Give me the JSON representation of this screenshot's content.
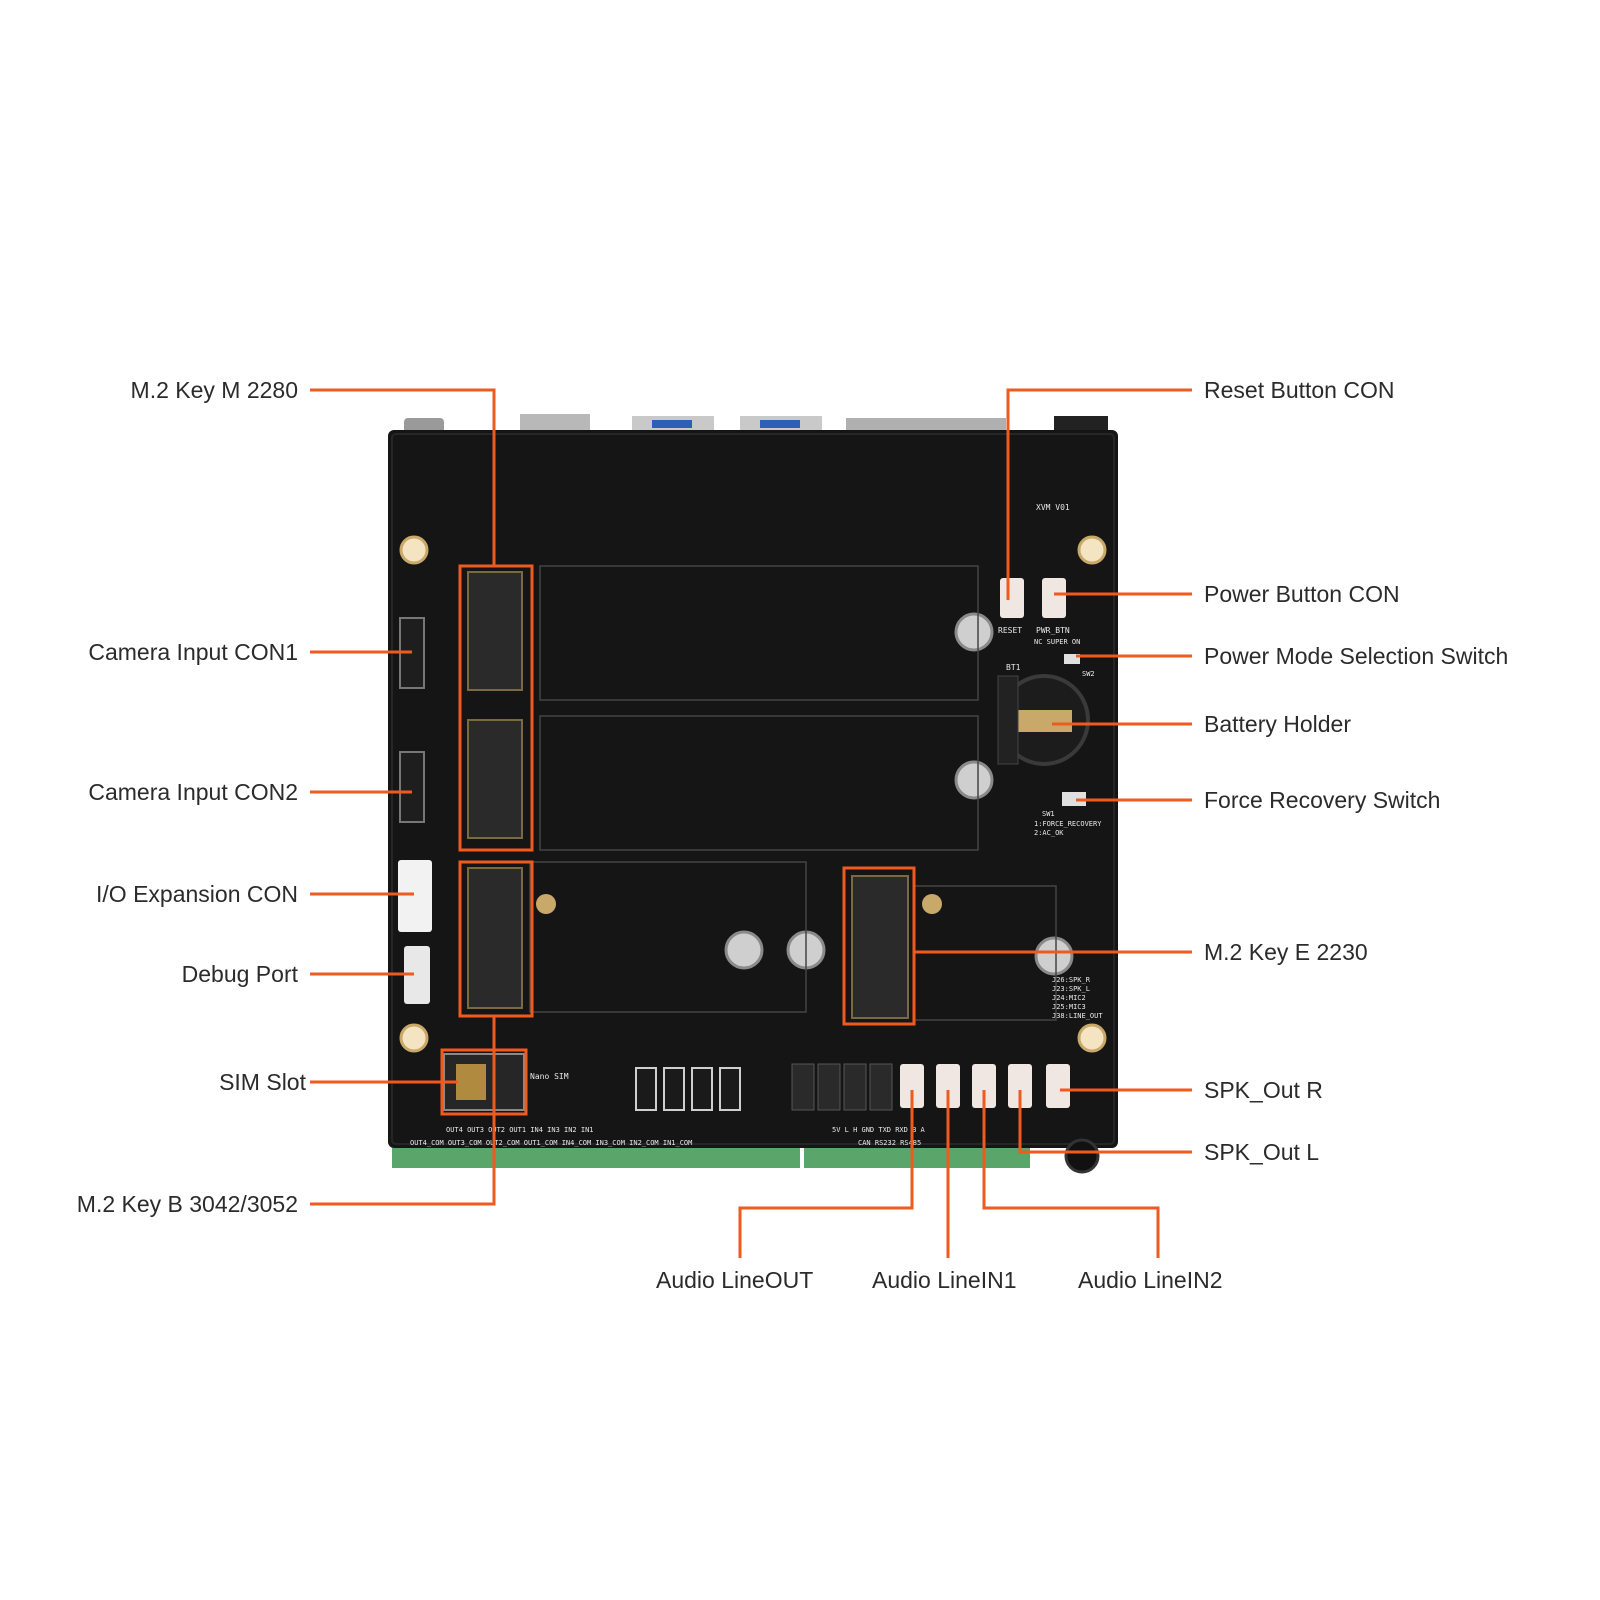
{
  "accent_color": "#f05a1e",
  "board": {
    "silkscreen": {
      "reset": "RESET",
      "pwr_btn": "PWR_BTN",
      "power_mode": "NC SUPER      ON",
      "bt1": "BT1",
      "sw1": "SW1",
      "sw2": "SW2",
      "force_recovery_1": "1:FORCE_RECOVERY",
      "force_recovery_2": "2:AC_OK",
      "nano_sim": "Nano SIM",
      "revision": "XVM V01",
      "audio_legend": [
        "J26:SPK_R",
        "J23:SPK_L",
        "J24:MIC2",
        "J25:MIC3",
        "J38:LINE_OUT"
      ],
      "terminal_bottom": "OUT4_COM  OUT3_COM OUT2_COM OUT1_COM  IN4_COM  IN3_COM  IN2_COM  IN1_COM",
      "terminal_top": "OUT4    OUT3    OUT2    OUT1    IN4    IN3    IN2    IN1",
      "bus_labels": "5V   L   H   GND  TXD  RXD   B   A",
      "bus_groups": "CAN          RS232      RS485"
    }
  },
  "callouts": {
    "left": [
      {
        "id": "m2-key-m",
        "label": "M.2 Key M 2280"
      },
      {
        "id": "camera-1",
        "label": "Camera Input CON1"
      },
      {
        "id": "camera-2",
        "label": "Camera Input CON2"
      },
      {
        "id": "io-expansion",
        "label": "I/O Expansion CON"
      },
      {
        "id": "debug",
        "label": "Debug Port"
      },
      {
        "id": "sim",
        "label": "SIM Slot"
      },
      {
        "id": "m2-key-b",
        "label": "M.2 Key B 3042/3052"
      }
    ],
    "right": [
      {
        "id": "reset",
        "label": "Reset Button CON"
      },
      {
        "id": "power-btn",
        "label": "Power Button CON"
      },
      {
        "id": "power-mode",
        "label": "Power Mode Selection Switch"
      },
      {
        "id": "battery",
        "label": "Battery Holder"
      },
      {
        "id": "force-recovery",
        "label": "Force Recovery Switch"
      },
      {
        "id": "m2-key-e",
        "label": "M.2 Key E 2230"
      },
      {
        "id": "spk-r",
        "label": "SPK_Out R"
      },
      {
        "id": "spk-l",
        "label": "SPK_Out L"
      }
    ],
    "bottom": [
      {
        "id": "lineout",
        "label": "Audio LineOUT"
      },
      {
        "id": "linein1",
        "label": "Audio LineIN1"
      },
      {
        "id": "linein2",
        "label": "Audio LineIN2"
      }
    ]
  }
}
